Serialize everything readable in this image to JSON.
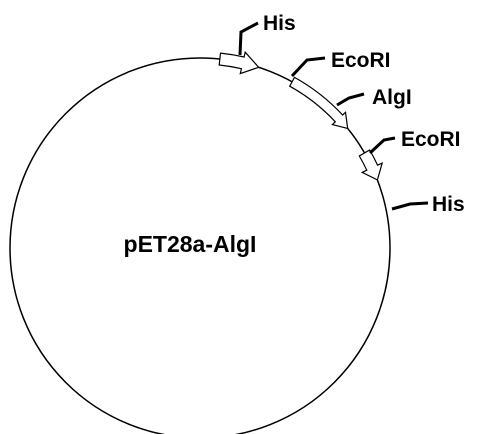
{
  "plasmid": {
    "name": "pET28a-AlgI"
  },
  "labels": {
    "his_top": "His",
    "ecori_1": "EcoRI",
    "algi": "AlgI",
    "ecori_2": "EcoRI",
    "his_bottom": "His"
  },
  "colors": {
    "line": "#000000",
    "background": "#ffffff"
  }
}
